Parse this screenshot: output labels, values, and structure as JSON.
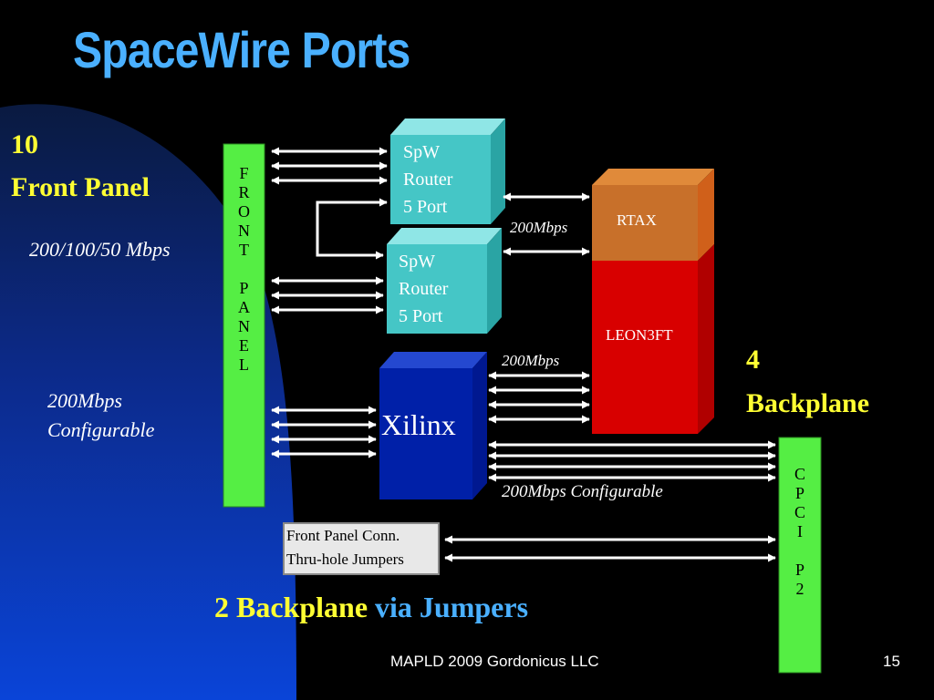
{
  "slide": {
    "title": "SpaceWire Ports",
    "front_panel_count": "10",
    "front_panel_label": "Front Panel",
    "front_panel_speed": "200/100/50 Mbps",
    "configurable_speed": "200Mbps",
    "configurable_word": "Configurable",
    "backplane_count": "4",
    "backplane_label": "Backplane",
    "bottom_prefix": "2 Backplane",
    "bottom_suffix": "via Jumpers",
    "footer_left": "MAPLD  2009 Gordonicus LLC",
    "page_number": "15"
  },
  "diagram": {
    "front_panel_letters_top": [
      "F",
      "R",
      "O",
      "N",
      "T"
    ],
    "front_panel_letters_bottom": [
      "P",
      "A",
      "N",
      "E",
      "L"
    ],
    "router1": [
      "SpW",
      "Router",
      "5 Port"
    ],
    "router2": [
      "SpW",
      "Router",
      "5 Port"
    ],
    "rtax": "RTAX",
    "leon": "LEON3FT",
    "xilinx": "Xilinx",
    "speed_router_rtax": "200Mbps",
    "speed_xilinx_leon": "200Mbps",
    "speed_backplane": "200Mbps Configurable",
    "jumper_line1": "Front Panel Conn.",
    "jumper_line2": "Thru-hole Jumpers",
    "cpci_letters_top": [
      "C",
      "P",
      "C",
      "I"
    ],
    "cpci_letters_bottom": [
      "P",
      "2"
    ]
  },
  "colors": {
    "title": "#4ab0ff",
    "accent_yellow": "#ffff33",
    "router_teal": "#45c6c6",
    "rtax_orange": "#c8702a",
    "leon_red": "#d80000",
    "xilinx_blue": "#0020a8",
    "panel_green": "#55ee44"
  }
}
